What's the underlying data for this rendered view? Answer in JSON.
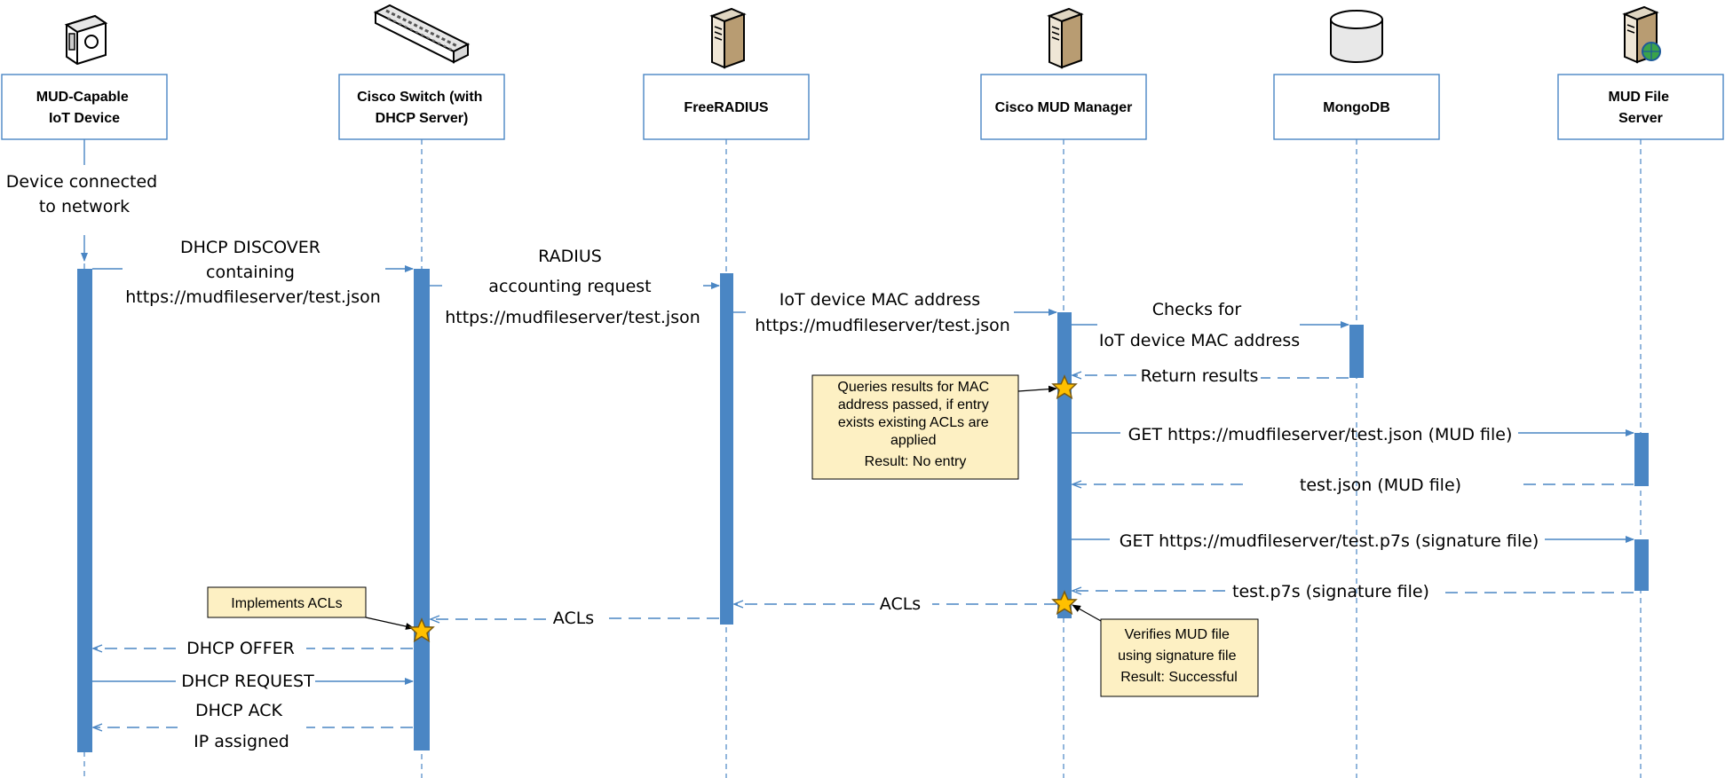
{
  "colors": {
    "line": "#4a86c4",
    "activation": "#4a86c4",
    "note_fill": "#fdf0c3",
    "star_fill": "#ffc000",
    "star_stroke": "#7a5a10"
  },
  "actors": [
    {
      "icon": "camera-icon",
      "label_lines": [
        "MUD-Capable",
        "IoT Device"
      ]
    },
    {
      "icon": "network-switch-icon",
      "label_lines": [
        "Cisco Switch (with",
        "DHCP Server)"
      ]
    },
    {
      "icon": "server-tower-icon",
      "label_lines": [
        "FreeRADIUS"
      ]
    },
    {
      "icon": "server-tower-icon",
      "label_lines": [
        "Cisco MUD Manager"
      ]
    },
    {
      "icon": "database-icon",
      "label_lines": [
        "MongoDB"
      ]
    },
    {
      "icon": "web-server-icon",
      "label_lines": [
        "MUD File",
        "Server"
      ]
    }
  ],
  "device_connected_lines": [
    "Device connected",
    "to network"
  ],
  "messages": [
    {
      "lines": [
        "DHCP DISCOVER",
        "containing",
        "https://mudfileserver/test.json"
      ],
      "style": "solid"
    },
    {
      "lines": [
        "RADIUS",
        "accounting request",
        "https://mudfileserver/test.json"
      ],
      "style": "solid"
    },
    {
      "lines": [
        "IoT device MAC address",
        "https://mudfileserver/test.json"
      ],
      "style": "solid"
    },
    {
      "lines": [
        "Checks for",
        "IoT device MAC address"
      ],
      "style": "solid"
    },
    {
      "lines": [
        "Return results"
      ],
      "style": "dashed"
    },
    {
      "lines": [
        "GET https://mudfileserver/test.json (MUD file)"
      ],
      "style": "solid"
    },
    {
      "lines": [
        "test.json (MUD file)"
      ],
      "style": "dashed"
    },
    {
      "lines": [
        "GET https://mudfileserver/test.p7s (signature file)"
      ],
      "style": "solid"
    },
    {
      "lines": [
        "test.p7s (signature file)"
      ],
      "style": "dashed"
    },
    {
      "lines": [
        "ACLs"
      ],
      "style": "dashed"
    },
    {
      "lines": [
        "ACLs"
      ],
      "style": "dashed"
    },
    {
      "lines": [
        "DHCP OFFER"
      ],
      "style": "dashed"
    },
    {
      "lines": [
        "DHCP REQUEST"
      ],
      "style": "solid"
    },
    {
      "lines": [
        "DHCP ACK",
        "IP assigned"
      ],
      "style": "dashed"
    }
  ],
  "notes": [
    {
      "lines": [
        "Queries results for MAC",
        "address passed, if entry",
        "exists existing ACLs are",
        "applied",
        "Result: No entry"
      ]
    },
    {
      "lines": [
        "Implements ACLs"
      ]
    },
    {
      "lines": [
        "Verifies MUD file",
        "using signature file",
        "Result: Successful"
      ]
    }
  ]
}
